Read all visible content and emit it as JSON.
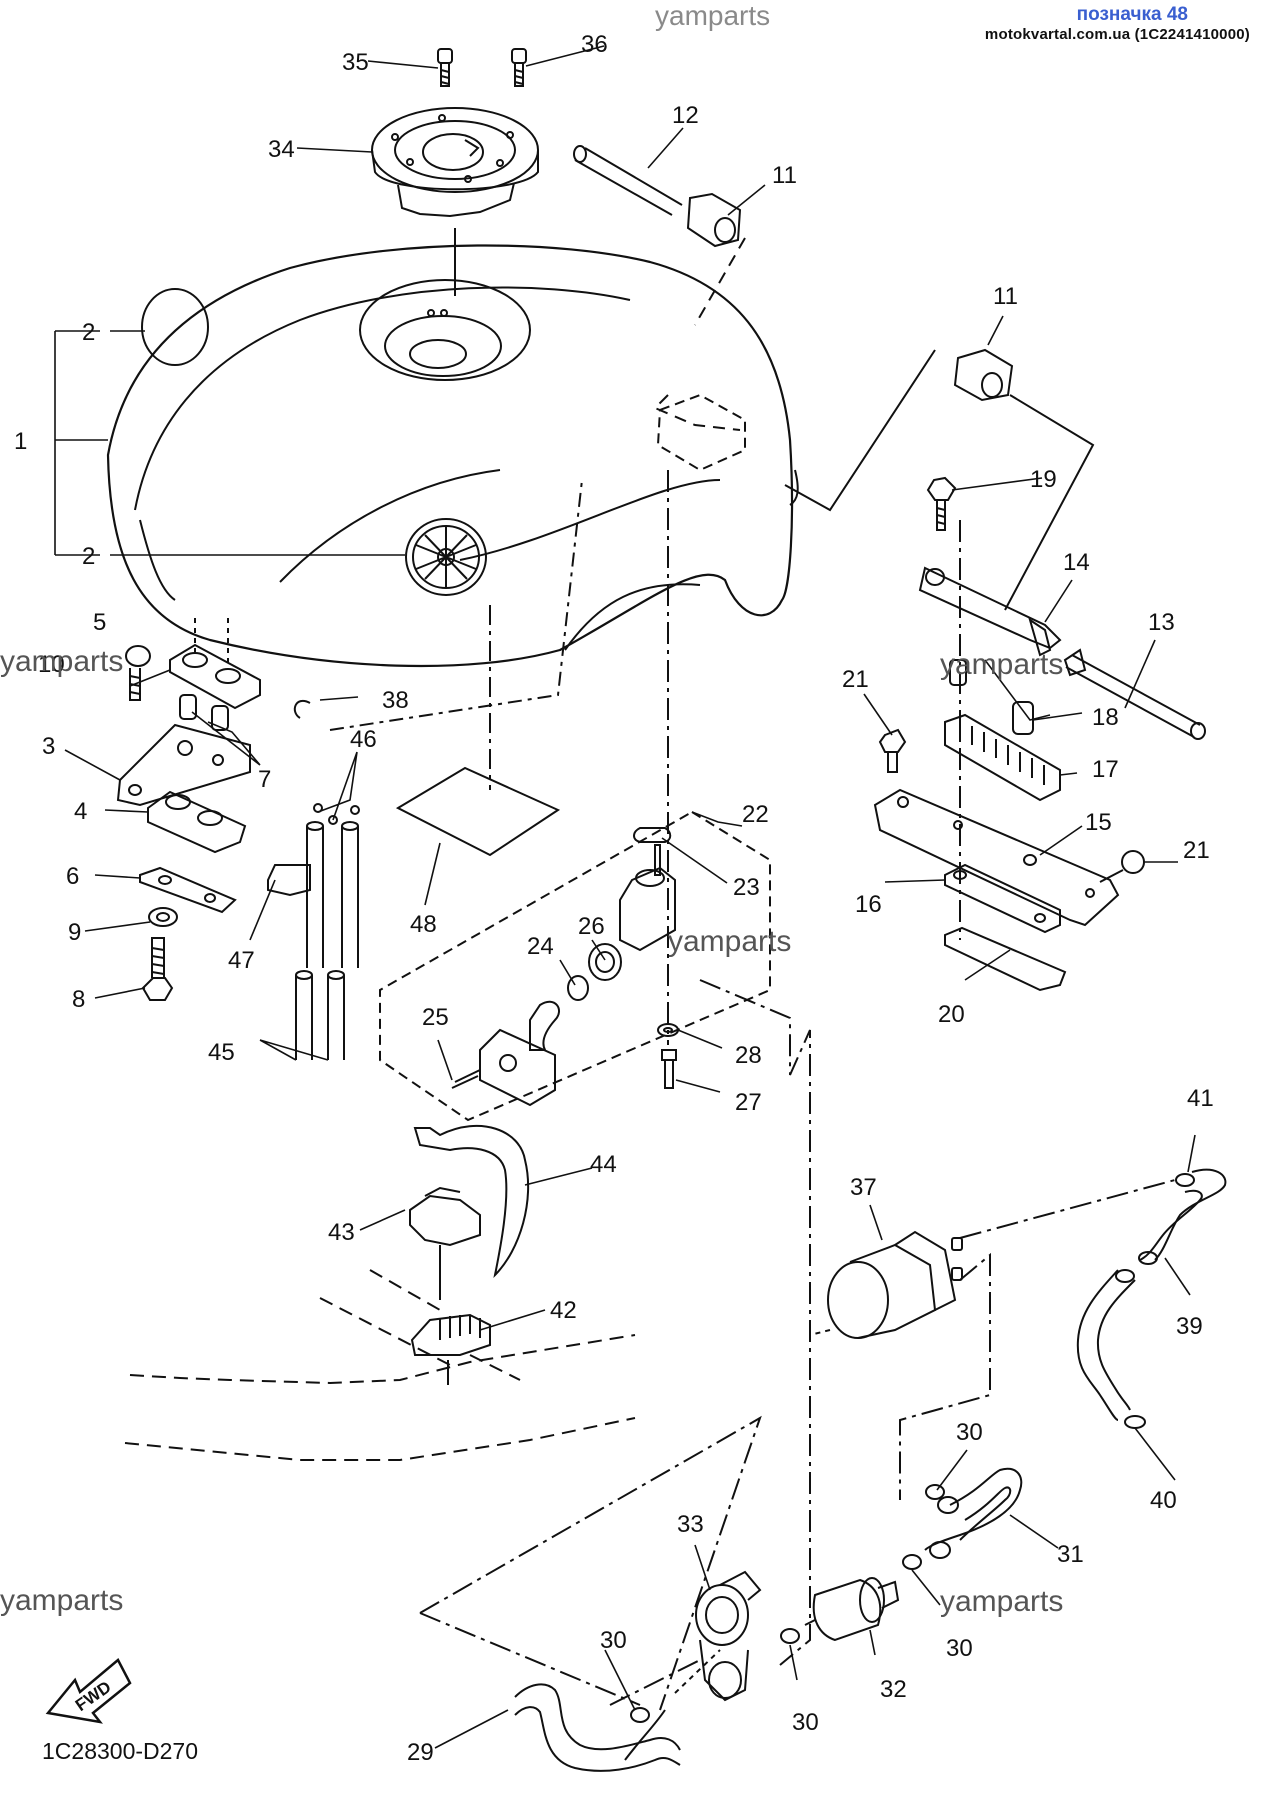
{
  "header": {
    "watermark_top": "yamparts",
    "title": "позначка 48",
    "site": "motokvartal.com.ua (1C2241410000)"
  },
  "watermarks": [
    "yamparts",
    "yamparts",
    "yamparts",
    "yamparts",
    "yamparts"
  ],
  "fwd_label": "FWD",
  "diagram_code": "1C28300-D270",
  "callouts": [
    "1",
    "2",
    "2",
    "3",
    "4",
    "5",
    "6",
    "7",
    "8",
    "9",
    "10",
    "11",
    "11",
    "12",
    "13",
    "14",
    "15",
    "16",
    "17",
    "18",
    "19",
    "20",
    "21",
    "21",
    "22",
    "23",
    "24",
    "25",
    "26",
    "27",
    "28",
    "29",
    "30",
    "30",
    "30",
    "30",
    "31",
    "32",
    "33",
    "34",
    "35",
    "36",
    "37",
    "38",
    "39",
    "40",
    "41",
    "42",
    "43",
    "44",
    "45",
    "46",
    "47",
    "48"
  ]
}
